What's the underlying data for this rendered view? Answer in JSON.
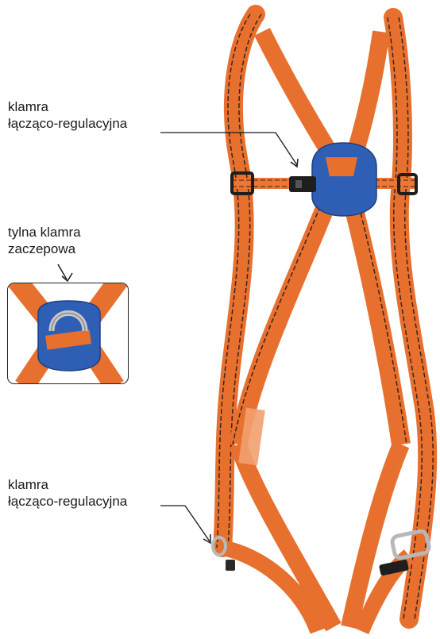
{
  "annotations": {
    "chest_buckle": {
      "line1": "klamra",
      "line2": "łącząco-regulacyjna"
    },
    "back_attachment": {
      "line1": "tylna klamra",
      "line2": "zaczepowa"
    },
    "leg_buckle": {
      "line1": "klamra",
      "line2": "łącząco-regulacyjna"
    }
  },
  "colors": {
    "strap_orange": "#f07a3a",
    "strap_stripe": "#3a2418",
    "plate_blue": "#2f5fb4",
    "metal": "#b8b8b8",
    "buckle_black": "#1e1e1e"
  }
}
